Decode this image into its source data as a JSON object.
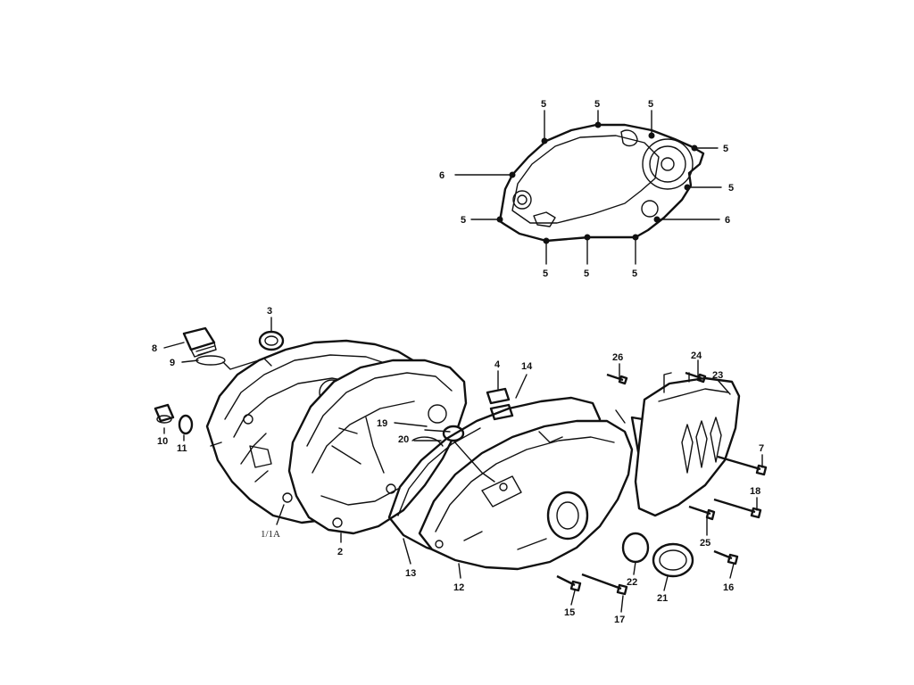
{
  "top_view": {
    "labels": [
      "5",
      "5",
      "5",
      "5",
      "6",
      "5",
      "5",
      "6",
      "5",
      "5",
      "5"
    ]
  },
  "exploded_view": {
    "labels": [
      "3",
      "8",
      "9",
      "10",
      "11",
      "1/1A",
      "2",
      "4",
      "14",
      "19",
      "20",
      "13",
      "12",
      "26",
      "24",
      "23",
      "7",
      "18",
      "25",
      "22",
      "21",
      "16",
      "15",
      "17"
    ]
  }
}
